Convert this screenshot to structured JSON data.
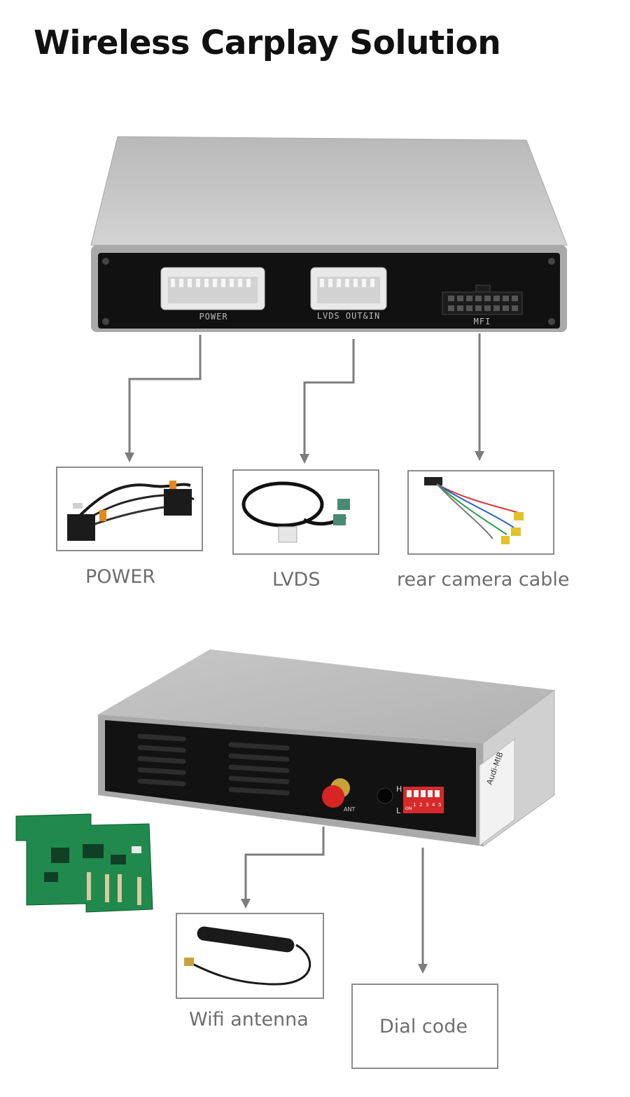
{
  "page": {
    "title": "Wireless Carplay Solution"
  },
  "unit_top": {
    "ports": [
      {
        "id": "power",
        "silk": "POWER"
      },
      {
        "id": "lvds",
        "silk": "LVDS OUT&IN"
      },
      {
        "id": "mfi",
        "silk": "MFI"
      }
    ]
  },
  "accessories_top": [
    {
      "id": "power",
      "label": "POWER"
    },
    {
      "id": "lvds",
      "label": "LVDS"
    },
    {
      "id": "camera",
      "label": "rear camera cable"
    }
  ],
  "unit_bottom": {
    "antenna_silk": "ANT",
    "switch_high": "H",
    "switch_low": "L",
    "switch_on": "ON",
    "switch_numbers": [
      "1",
      "2",
      "3",
      "4",
      "5"
    ],
    "side_label": "Audi-MIB"
  },
  "accessories_bottom": [
    {
      "id": "antenna",
      "label": "Wifi antenna"
    },
    {
      "id": "dial",
      "label": "Dial code"
    }
  ],
  "colors": {
    "title": "#111111",
    "label": "#6e6e6e",
    "frame": "#8c8c8c",
    "arrow": "#7d7d7d",
    "housing": "#c5c5c5",
    "panel": "#111111",
    "antenna_cap": "#d82424",
    "dip_switch": "#d62a2a",
    "pcb": "#1f8a4c"
  }
}
